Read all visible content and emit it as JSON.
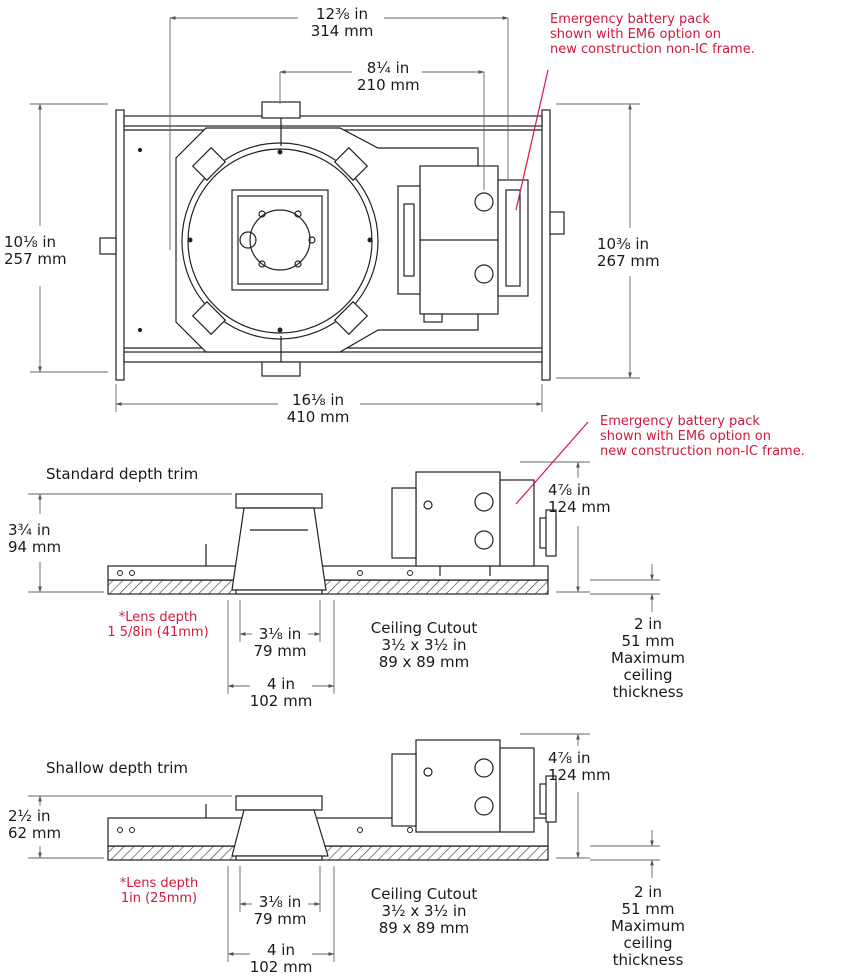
{
  "colors": {
    "accent": "#d0193c",
    "line": "#222222",
    "dim": "#555555"
  },
  "top_view": {
    "dim_width_outer": {
      "imperial": "12⅜ in",
      "metric": "314 mm"
    },
    "dim_width_inner": {
      "imperial": "8¼ in",
      "metric": "210 mm"
    },
    "dim_height_left": {
      "imperial": "10⅛ in",
      "metric": "257 mm"
    },
    "dim_height_right": {
      "imperial": "10⅜ in",
      "metric": "267 mm"
    },
    "dim_length": {
      "imperial": "16⅛ in",
      "metric": "410 mm"
    },
    "callout": [
      "Emergency battery pack",
      "shown with EM6 option on",
      "new construction non-IC frame."
    ]
  },
  "standard_view": {
    "title": "Standard depth trim",
    "callout": [
      "Emergency battery pack",
      "shown with EM6 option on",
      "new construction non-IC frame."
    ],
    "dim_height_left": {
      "imperial": "3¾ in",
      "metric": "94 mm"
    },
    "dim_height_right": {
      "imperial": "4⅞ in",
      "metric": "124 mm"
    },
    "lens_note": [
      "*Lens depth",
      "1 5/8in (41mm)"
    ],
    "dim_aperture": {
      "imperial": "3⅛ in",
      "metric": "79 mm"
    },
    "dim_overall": {
      "imperial": "4 in",
      "metric": "102 mm"
    },
    "cutout": [
      "Ceiling Cutout",
      "3½ x 3½ in",
      "89 x 89 mm"
    ],
    "ceiling": [
      "2 in",
      "51 mm",
      "Maximum",
      "ceiling",
      "thickness"
    ]
  },
  "shallow_view": {
    "title": "Shallow depth trim",
    "dim_height_left": {
      "imperial": "2½ in",
      "metric": "62 mm"
    },
    "dim_height_right": {
      "imperial": "4⅞ in",
      "metric": "124 mm"
    },
    "lens_note": [
      "*Lens depth",
      "1in (25mm)"
    ],
    "dim_aperture": {
      "imperial": "3⅛ in",
      "metric": "79 mm"
    },
    "dim_overall": {
      "imperial": "4 in",
      "metric": "102 mm"
    },
    "cutout": [
      "Ceiling Cutout",
      "3½ x 3½ in",
      "89 x 89 mm"
    ],
    "ceiling": [
      "2 in",
      "51 mm",
      "Maximum",
      "ceiling",
      "thickness"
    ]
  }
}
